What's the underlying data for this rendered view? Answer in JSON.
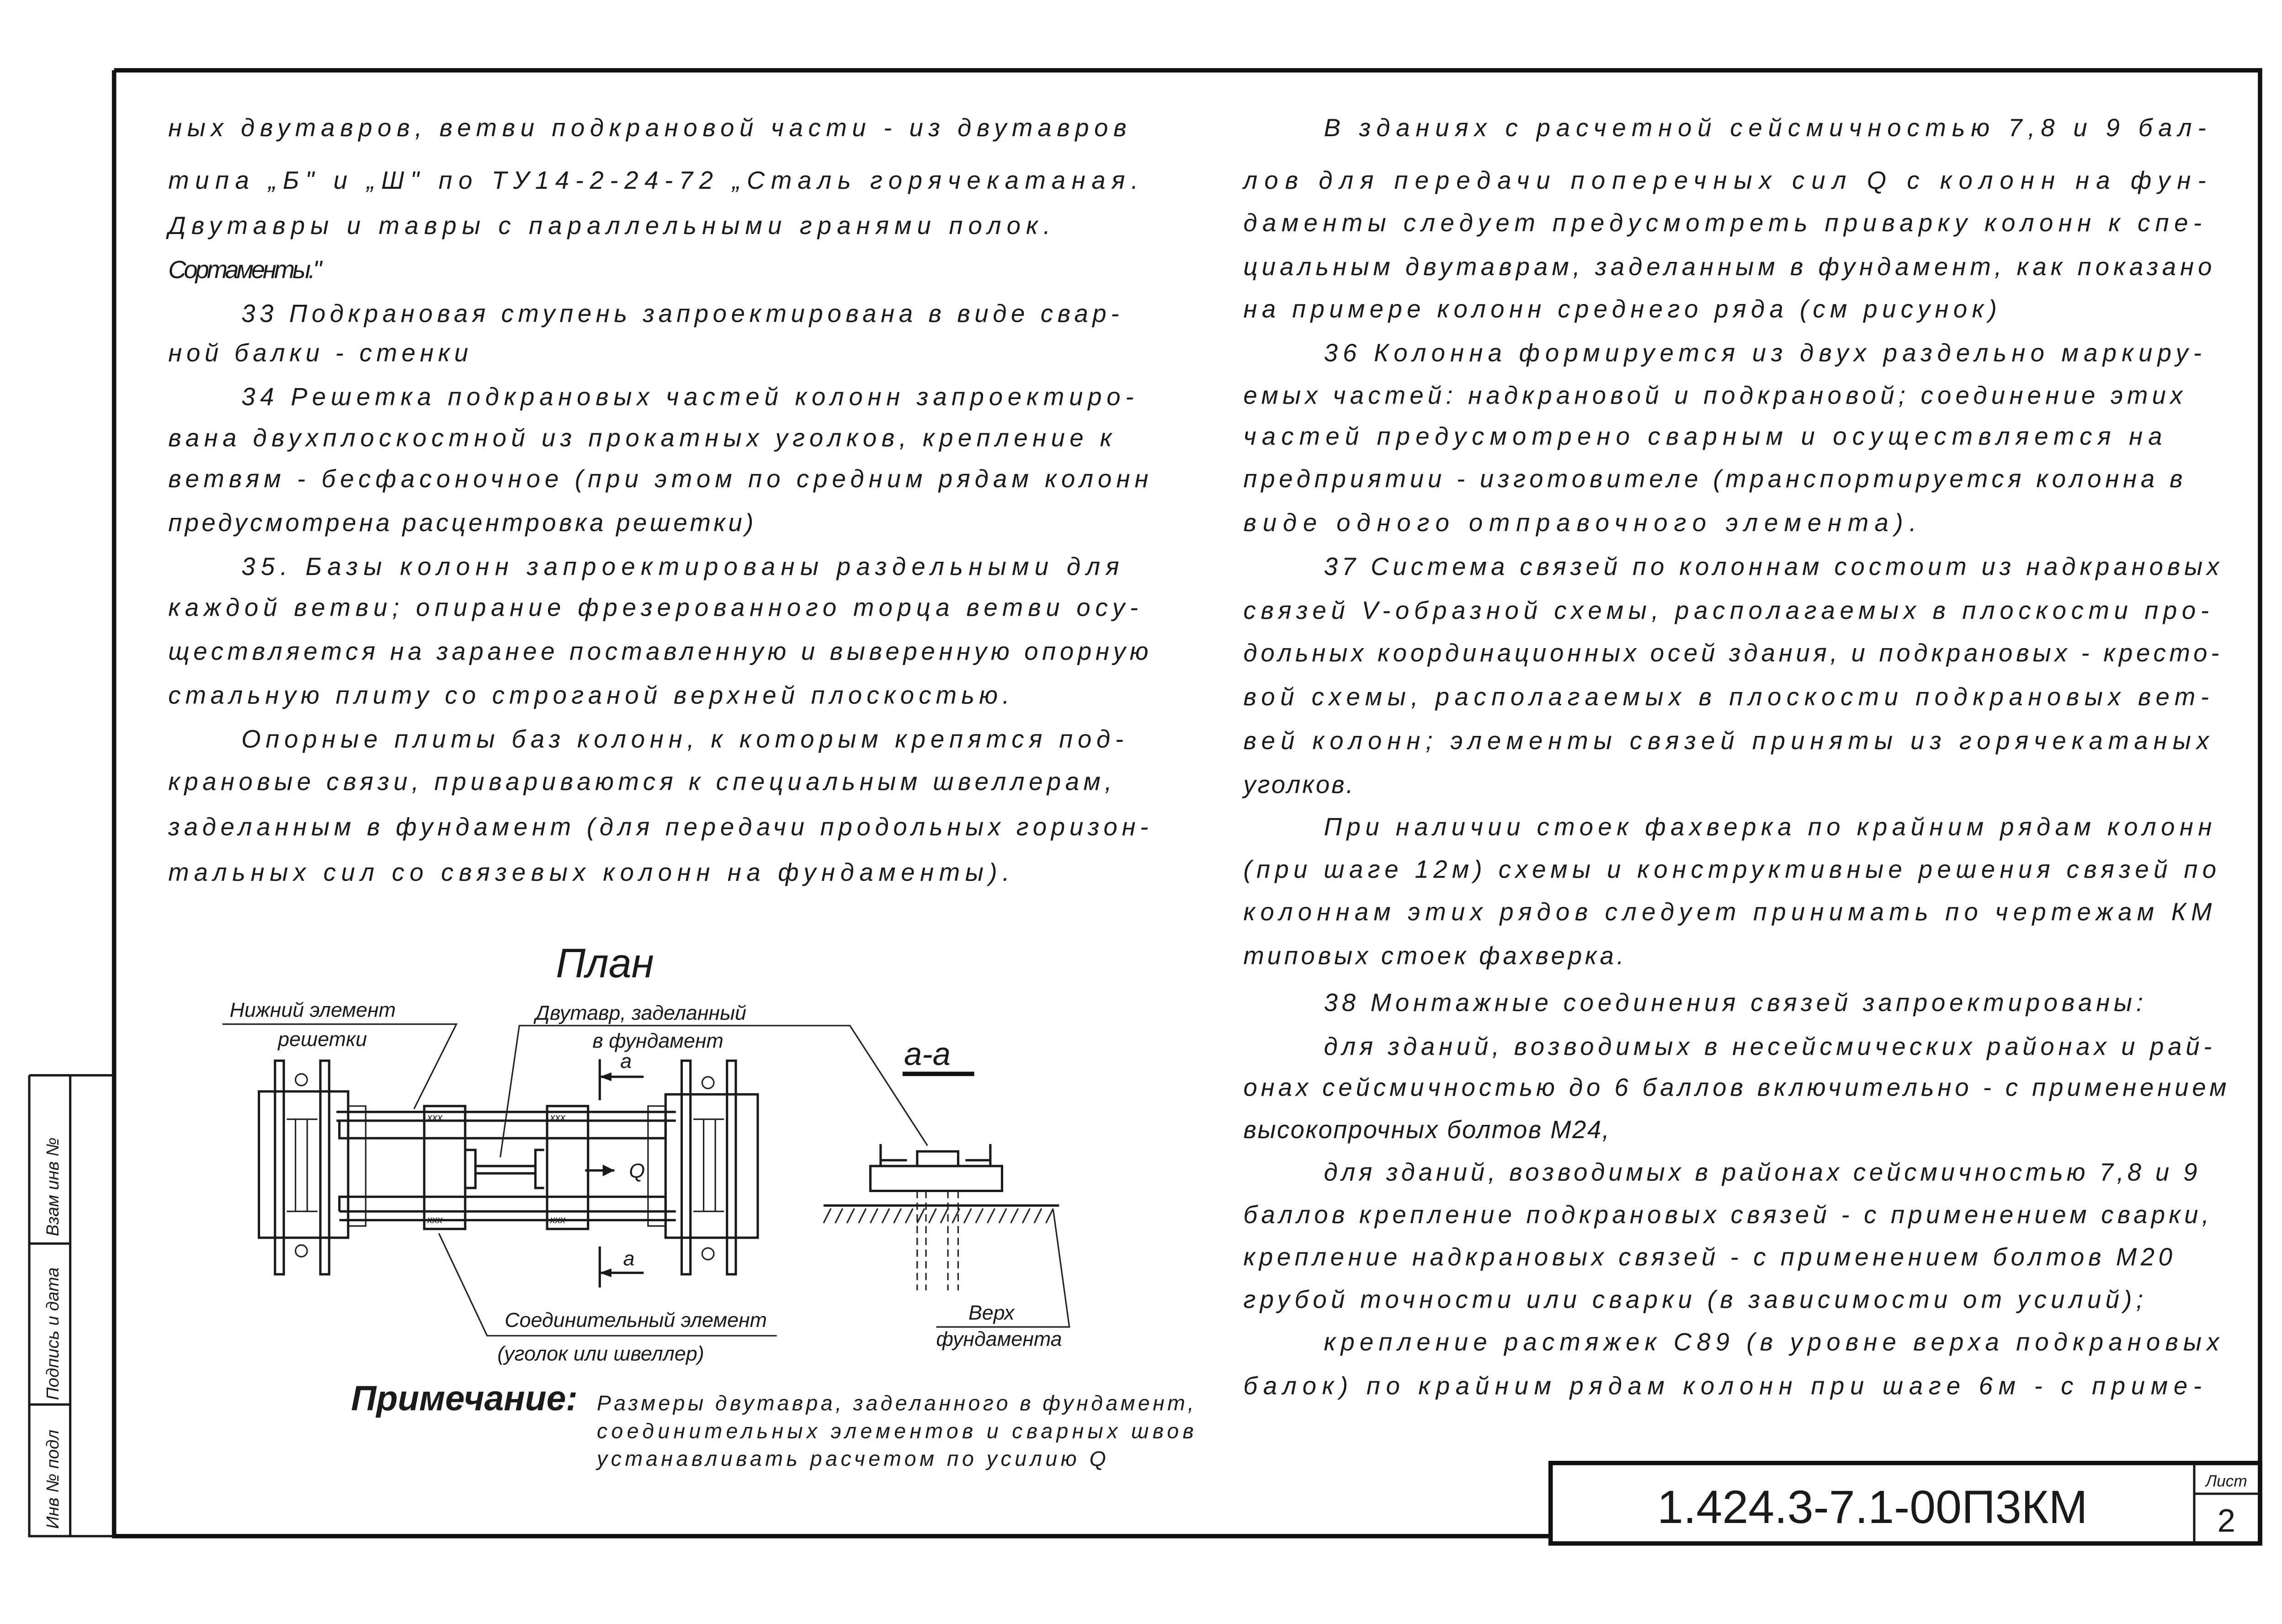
{
  "left_column": {
    "lines": [
      "ных двутавров, ветви подкрановой части - из двутавров",
      "типа „Б\" и „Ш\" по ТУ14-2-24-72 „Сталь горячекатаная.",
      "Двутавры и тавры с параллельными гранями полок.",
      "Сортаменты.\"",
      "33 Подкрановая ступень запроектирована в виде свар-",
      "ной балки - стенки",
      "34 Решетка подкрановых частей колонн запроектиро-",
      "вана двухплоскостной из прокатных уголков, крепление к",
      "ветвям - бесфасоночное (при этом по средним рядам колонн",
      "предусмотрена расцентровка решетки)",
      "35. Базы колонн запроектированы раздельными для",
      "каждой ветви; опирание фрезерованного торца ветви осу-",
      "ществляется на заранее поставленную и выверенную опорную",
      "стальную плиту со строганой верхней плоскостью.",
      "Опорные плиты баз колонн, к которым крепятся под-",
      "крановые связи, привариваются к специальным швеллерам,",
      "заделанным в фундамент (для передачи продольных горизон-",
      "тальных сил со связевых колонн на фундаменты)."
    ]
  },
  "right_column": {
    "lines": [
      "В зданиях с расчетной сейсмичностью 7,8 и 9 бал-",
      "лов для передачи поперечных сил Q с колонн на фун-",
      "даменты следует предусмотреть приварку колонн к спе-",
      "циальным двутаврам, заделанным в фундамент, как показано",
      "на примере колонн среднего ряда (см рисунок)",
      "36 Колонна формируется из двух раздельно маркиру-",
      "емых частей: надкрановой и подкрановой; соединение этих",
      "частей предусмотрено сварным и осуществляется на",
      "предприятии - изготовителе (транспортируется колонна в",
      "виде одного отправочного элемента).",
      "37 Система связей по колоннам состоит из надкрановых",
      "связей V-образной схемы, располагаемых в плоскости про-",
      "дольных координационных осей здания, и подкрановых - кресто-",
      "вой схемы, располагаемых в плоскости подкрановых вет-",
      "вей колонн; элементы связей приняты из горячекатаных",
      "уголков.",
      "При наличии стоек фахверка по крайним рядам колонн",
      "(при шаге 12м) схемы и конструктивные решения связей по",
      "колоннам этих рядов следует принимать по чертежам КМ",
      "типовых стоек фахверка.",
      "38 Монтажные соединения связей запроектированы:",
      "для зданий, возводимых в несейсмических районах и рай-",
      "онах сейсмичностью до 6 баллов включительно - с применением",
      "высокопрочных болтов М24,",
      "для зданий, возводимых в районах сейсмичностью 7,8 и 9",
      "баллов крепление подкрановых связей - с применением сварки,",
      "крепление надкрановых связей - с применением болтов М20",
      "грубой точности или сварки (в зависимости от усилий);",
      "крепление растяжек С89 (в уровне верха подкрановых",
      "балок) по крайним рядам колонн при шаге 6м - с приме-"
    ]
  },
  "drawing": {
    "plan_title": "План",
    "label_lower_element_1": "Нижний элемент",
    "label_lower_element_2": "решетки",
    "label_ibeam_1": "Двутавр, заделанный",
    "label_ibeam_2": "в фундамент",
    "label_connecting_1": "Соединительный элемент",
    "label_connecting_2": "(уголок или швеллер)",
    "section_mark": "а",
    "force_label": "Q",
    "section_title": "а-а",
    "label_foundation_1": "Верх",
    "label_foundation_2": "фундамента"
  },
  "note": {
    "heading": "Примечание:",
    "lines": [
      "Размеры двутавра, заделанного в фундамент,",
      "соединительных элементов и сварных швов",
      "устанавливать расчетом по усилию Q"
    ]
  },
  "title_block": {
    "designation": "1.424.3-7.1-00П3КМ",
    "sheet_label": "Лист",
    "sheet_number": "2"
  },
  "side_stamp": {
    "replace_inv": "Взам инв №",
    "signature_date": "Подпись и дата",
    "inv_original": "Инв № подл"
  }
}
